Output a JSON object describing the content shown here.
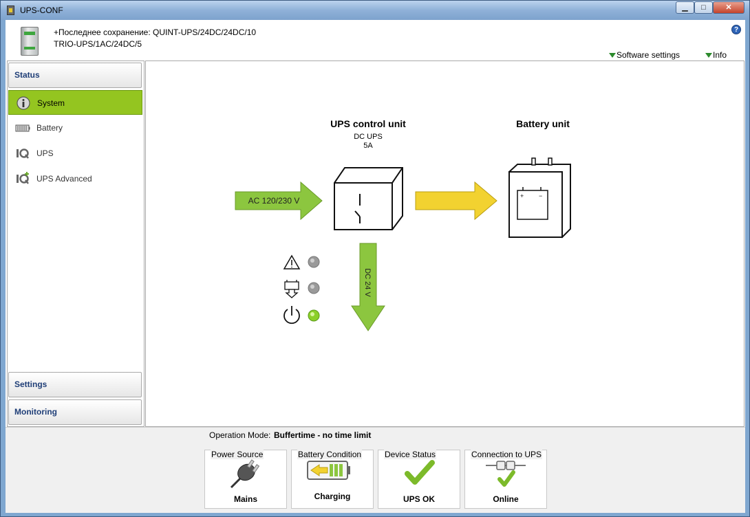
{
  "window": {
    "title": "UPS-CONF",
    "minimize": "▁",
    "maximize": "□",
    "close": "✕"
  },
  "header": {
    "line1": "+Последнее сохранение: QUINT-UPS/24DC/24DC/10",
    "line2": "TRIO-UPS/1AC/24DC/5",
    "software_settings": "Software settings",
    "info": "Info",
    "help": "?"
  },
  "sidebar": {
    "status_label": "Status",
    "items": [
      {
        "label": "System",
        "icon": "info-icon",
        "active": true
      },
      {
        "label": "Battery",
        "icon": "battery-icon",
        "active": false
      },
      {
        "label": "UPS",
        "icon": "iq-icon",
        "active": false
      },
      {
        "label": "UPS Advanced",
        "icon": "iq-advanced-icon",
        "active": false
      }
    ],
    "settings_label": "Settings",
    "monitoring_label": "Monitoring"
  },
  "diagram": {
    "control_unit_title": "UPS control unit",
    "control_unit_type": "DC UPS",
    "control_unit_current": "5A",
    "battery_title": "Battery unit",
    "input_label": "AC 120/230 V",
    "output_label": "DC 24 V",
    "leds": [
      {
        "icon": "warning-icon",
        "color": "#9a9a9a"
      },
      {
        "icon": "battery-discharge-icon",
        "color": "#9a9a9a"
      },
      {
        "icon": "power-icon",
        "color": "#8ccf2a"
      }
    ]
  },
  "status": {
    "operation_mode_label": "Operation Mode:",
    "operation_mode_value": "Buffertime - no time limit",
    "tiles": [
      {
        "label": "Power Source",
        "value": "Mains",
        "icon": "plug-icon"
      },
      {
        "label": "Battery Condition",
        "value": "Charging",
        "icon": "battery-charging-icon"
      },
      {
        "label": "Device Status",
        "value": "UPS OK",
        "icon": "checkmark-icon"
      },
      {
        "label": "Connection to UPS",
        "value": "Online",
        "icon": "connection-check-icon"
      }
    ]
  },
  "colors": {
    "accent_green": "#94c520",
    "arrow_green": "#8cc63f",
    "arrow_yellow": "#f2d230",
    "nav_blue": "#1f3e77"
  }
}
